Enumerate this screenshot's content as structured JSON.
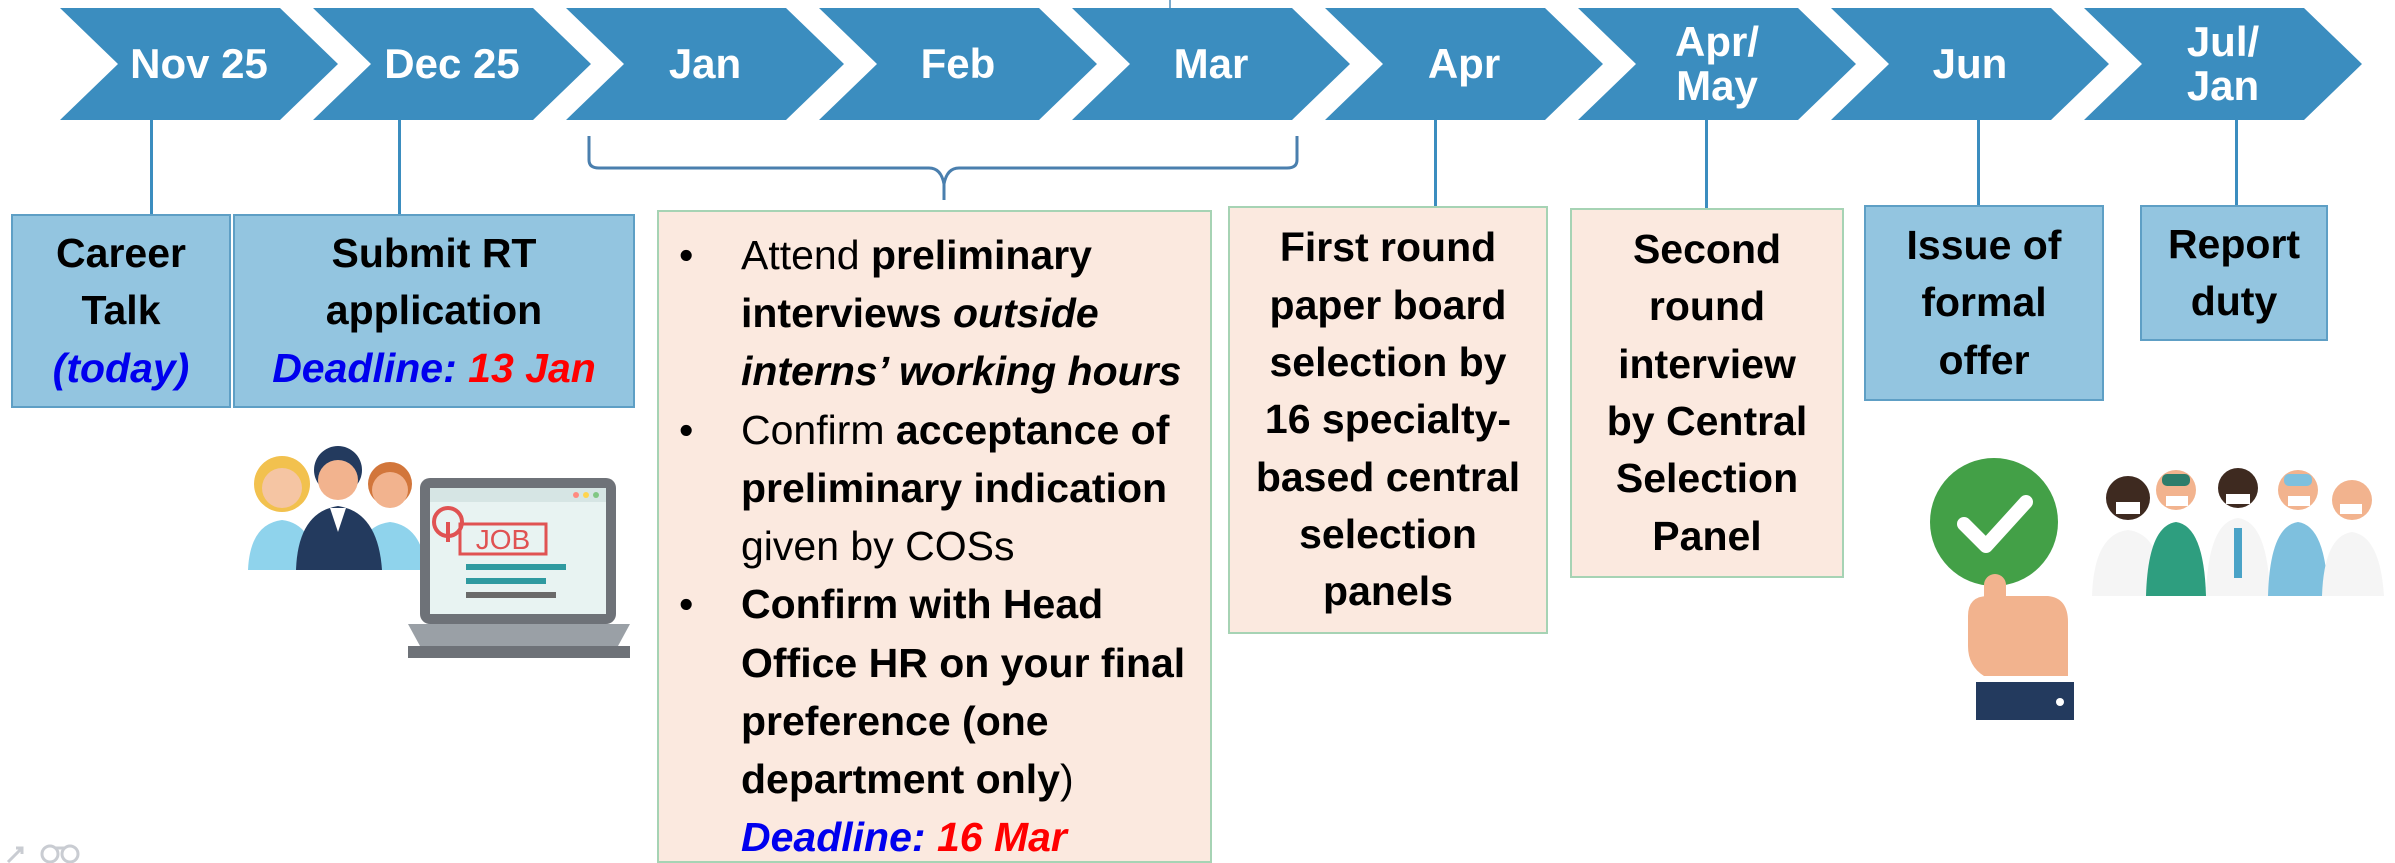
{
  "timeline": {
    "arrows": [
      {
        "label": "Nov 25"
      },
      {
        "label": "Dec 25"
      },
      {
        "label": "Jan"
      },
      {
        "label": "Feb"
      },
      {
        "label": "Mar"
      },
      {
        "label": "Apr"
      },
      {
        "label": "Apr/\nMay"
      },
      {
        "label": "Jun"
      },
      {
        "label": "Jul/\nJan"
      }
    ]
  },
  "steps": {
    "career_talk": {
      "line1": "Career",
      "line2": "Talk",
      "note": "(today)"
    },
    "submit_rt": {
      "line1": "Submit RT",
      "line2": "application",
      "deadline_label": "Deadline:",
      "deadline_value": "13 Jan"
    },
    "preliminary": {
      "bullet_symbol": "•",
      "b1_pre": "Attend ",
      "b1_bold": "preliminary interviews ",
      "b1_bold_italic": "outside interns’ working hours",
      "b2_pre": "Confirm ",
      "b2_bold": "acceptance  of preliminary indication",
      "b2_post": " given by COSs",
      "b3_bold": "Confirm with Head Office HR on your final preference (one department only",
      "b3_post": ")",
      "deadline_label": "Deadline:",
      "deadline_value": "16 Mar"
    },
    "first_round": {
      "lines": [
        "First round",
        "paper board",
        "selection by",
        "16 specialty-",
        "based central",
        "selection",
        "panels"
      ]
    },
    "second_round": {
      "lines": [
        "Second",
        "round",
        "interview",
        "by Central",
        "Selection",
        "Panel"
      ]
    },
    "formal_offer": {
      "lines": [
        "Issue of",
        "formal",
        "offer"
      ]
    },
    "report_duty": {
      "lines": [
        "Report",
        "duty"
      ]
    }
  },
  "illustrations": {
    "job_laptop": {
      "text": "JOB"
    }
  },
  "colors": {
    "arrow": "#3b8dbf",
    "blue_box": "#93c5e0",
    "peach_box": "#fbe9df",
    "deadline_label": "#0000ee",
    "deadline_value": "#ff0000"
  }
}
